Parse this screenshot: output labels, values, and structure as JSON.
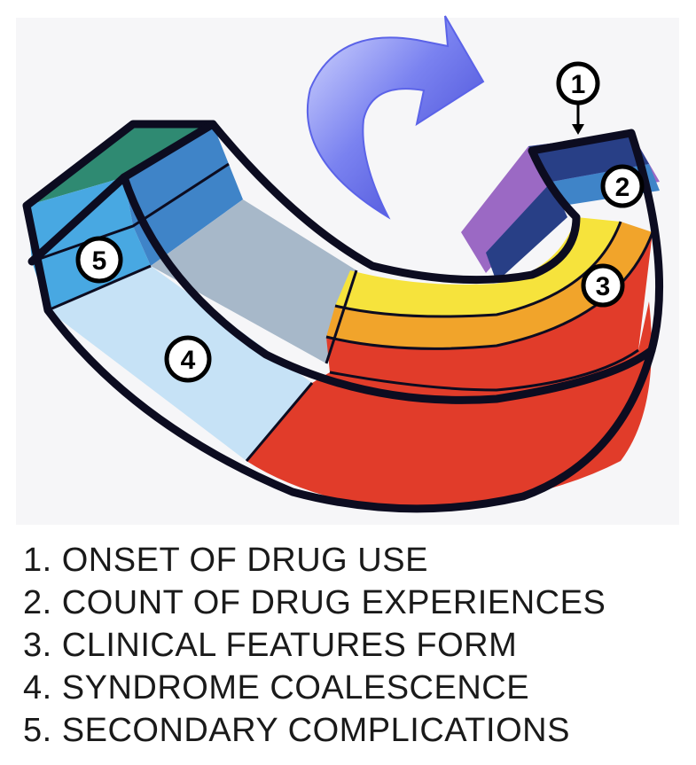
{
  "colors": {
    "teal": "#2f8a72",
    "blue_light": "#48a8e2",
    "blue_pale": "#c6e2f6",
    "blue_mid": "#3f84c8",
    "gray_blue": "#a7b8c9",
    "navy": "#283f86",
    "purple": "#9b69c4",
    "yellow": "#f6e33c",
    "orange": "#f1a42b",
    "red": "#e13c2a",
    "arrow_blue": "#5b63e8",
    "outline": "#0c0c20"
  },
  "markers": [
    {
      "id": "1",
      "label": "1"
    },
    {
      "id": "2",
      "label": "2"
    },
    {
      "id": "3",
      "label": "3"
    },
    {
      "id": "4",
      "label": "4"
    },
    {
      "id": "5",
      "label": "5"
    }
  ],
  "legend": [
    "1. ONSET OF DRUG USE",
    "2. COUNT OF DRUG EXPERIENCES",
    "3. CLINICAL FEATURES FORM",
    "4. SYNDROME COALESCENCE",
    "5. SECONDARY COMPLICATIONS"
  ]
}
